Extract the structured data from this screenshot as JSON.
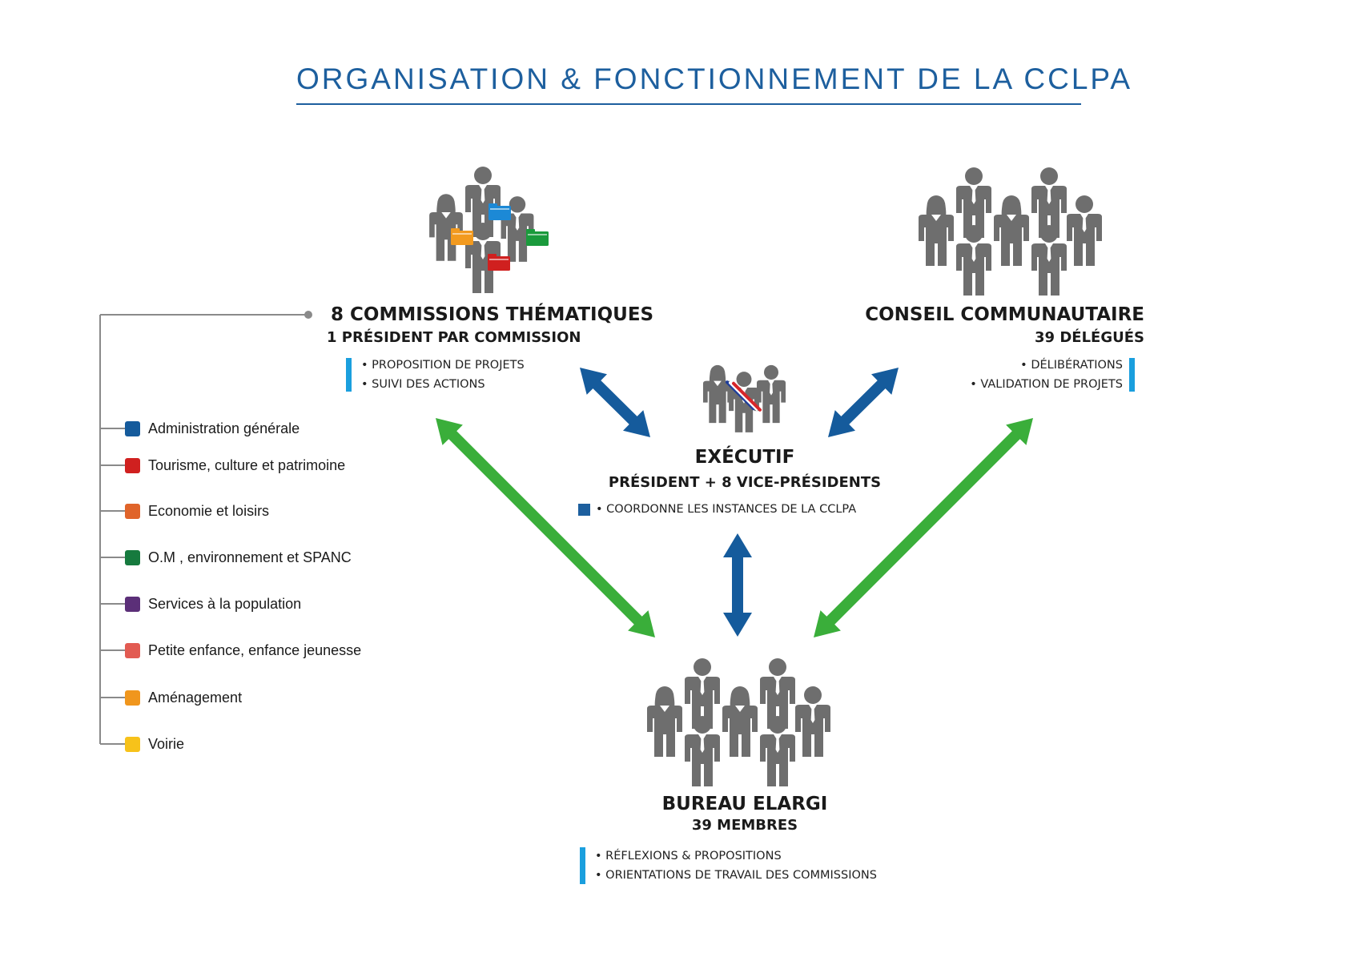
{
  "title": "ORGANISATION & FONCTIONNEMENT DE LA CCLPA",
  "colors": {
    "title_blue": "#1d5f9e",
    "arrow_blue": "#155b9c",
    "arrow_green": "#3aae3a",
    "bullet_bar": "#1a9fde",
    "person_gray": "#6e6e6e",
    "connector_gray": "#8a8a8a"
  },
  "nodes": {
    "commissions": {
      "title": "8 COMMISSIONS THÉMATIQUES",
      "subtitle": "1 PRÉSIDENT PAR COMMISSION",
      "bullets": [
        "• PROPOSITION DE PROJETS",
        "• SUIVI DES ACTIONS"
      ],
      "icon": "people-group-with-folders-icon",
      "folder_colors": [
        "#1c89d6",
        "#f29a1f",
        "#1a9a3c",
        "#d0201f"
      ]
    },
    "conseil": {
      "title": "CONSEIL COMMUNAUTAIRE",
      "subtitle": "39 DÉLÉGUÉS",
      "bullets": [
        "• DÉLIBÉRATIONS",
        "• VALIDATION DE PROJETS"
      ],
      "icon": "people-crowd-icon"
    },
    "executif": {
      "title": "EXÉCUTIF",
      "subtitle": "PRÉSIDENT + 8 VICE-PRÉSIDENTS",
      "bullets": [
        "• COORDONNE LES INSTANCES DE LA CCLPA"
      ],
      "icon": "mayor-with-sash-group-icon",
      "sash_colors": [
        "#1f3e9a",
        "#ffffff",
        "#d7262b"
      ]
    },
    "bureau": {
      "title": "BUREAU ELARGI",
      "subtitle": "39 MEMBRES",
      "bullets": [
        "• RÉFLEXIONS & PROPOSITIONS",
        "• ORIENTATIONS DE TRAVAIL DES COMMISSIONS"
      ],
      "icon": "people-crowd-icon"
    }
  },
  "commissions_list": [
    {
      "label": "Administration générale",
      "color": "#155b9c"
    },
    {
      "label": "Tourisme, culture et patrimoine",
      "color": "#d0201f"
    },
    {
      "label": "Economie et loisirs",
      "color": "#e0642a"
    },
    {
      "label": "O.M , environnement et SPANC",
      "color": "#167a3e"
    },
    {
      "label": "Services à la population",
      "color": "#5b2f78"
    },
    {
      "label": "Petite enfance, enfance jeunesse",
      "color": "#e25b52"
    },
    {
      "label": "Aménagement",
      "color": "#f0961d"
    },
    {
      "label": "Voirie",
      "color": "#f7c21a"
    }
  ],
  "links": [
    {
      "from": "commissions",
      "to": "executif",
      "color": "blue",
      "direction": "both"
    },
    {
      "from": "conseil",
      "to": "executif",
      "color": "blue",
      "direction": "both"
    },
    {
      "from": "executif",
      "to": "bureau",
      "color": "blue",
      "direction": "both"
    },
    {
      "from": "commissions",
      "to": "bureau",
      "color": "green",
      "direction": "both"
    },
    {
      "from": "conseil",
      "to": "bureau",
      "color": "green",
      "direction": "both"
    }
  ]
}
